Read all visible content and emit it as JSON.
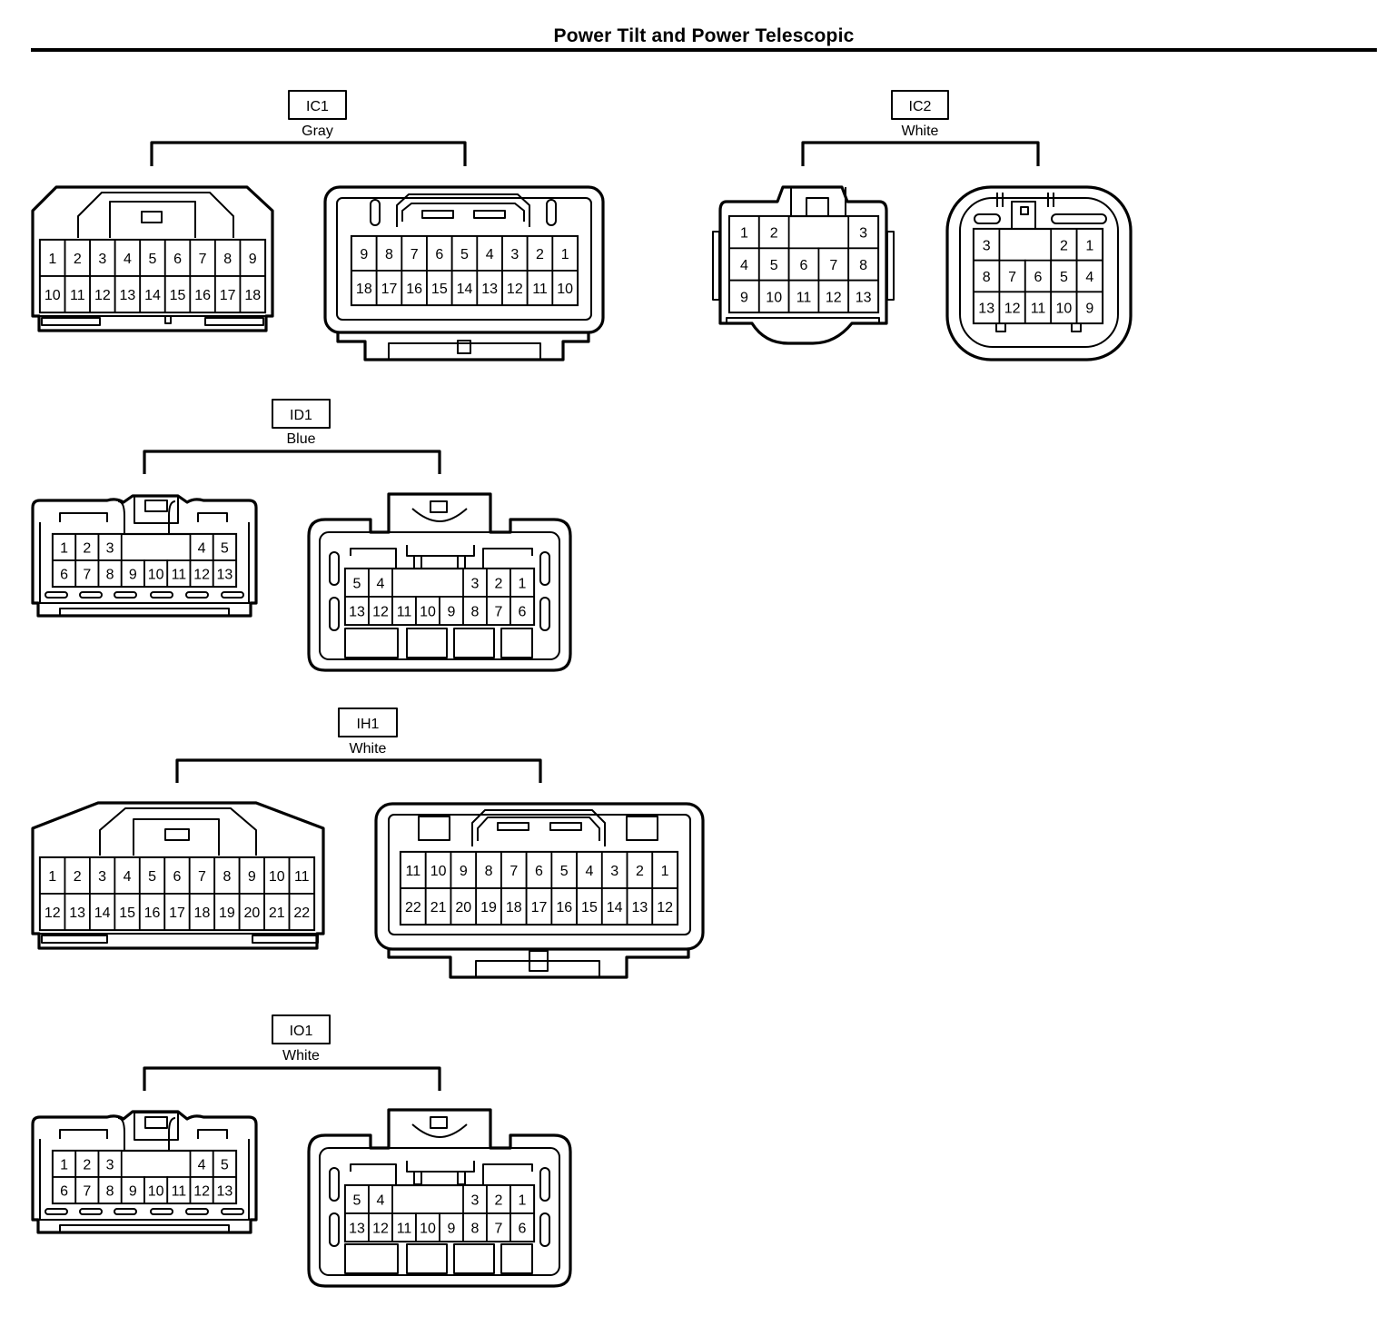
{
  "title": "Power Tilt and Power Telescopic",
  "connectors": [
    {
      "code": "IC1",
      "color": "Gray",
      "left": {
        "rows": [
          [
            "1",
            "2",
            "3",
            "4",
            "5",
            "6",
            "7",
            "8",
            "9"
          ],
          [
            "10",
            "11",
            "12",
            "13",
            "14",
            "15",
            "16",
            "17",
            "18"
          ]
        ]
      },
      "right": {
        "rows": [
          [
            "9",
            "8",
            "7",
            "6",
            "5",
            "4",
            "3",
            "2",
            "1"
          ],
          [
            "18",
            "17",
            "16",
            "15",
            "14",
            "13",
            "12",
            "11",
            "10"
          ]
        ]
      }
    },
    {
      "code": "IC2",
      "color": "White",
      "left": {
        "rows": [
          [
            "1",
            "2",
            "",
            "",
            "3"
          ],
          [
            "4",
            "5",
            "6",
            "7",
            "8"
          ],
          [
            "9",
            "10",
            "11",
            "12",
            "13"
          ]
        ]
      },
      "right": {
        "rows": [
          [
            "3",
            "",
            "",
            "2",
            "1"
          ],
          [
            "8",
            "7",
            "6",
            "5",
            "4"
          ],
          [
            "13",
            "12",
            "11",
            "10",
            "9"
          ]
        ]
      }
    },
    {
      "code": "ID1",
      "color": "Blue",
      "left": {
        "rows": [
          [
            "1",
            "2",
            "3",
            "",
            "",
            "",
            "4",
            "5"
          ],
          [
            "6",
            "7",
            "8",
            "9",
            "10",
            "11",
            "12",
            "13"
          ]
        ]
      },
      "right": {
        "rows": [
          [
            "5",
            "4",
            "",
            "",
            "",
            "3",
            "2",
            "1"
          ],
          [
            "13",
            "12",
            "11",
            "10",
            "9",
            "8",
            "7",
            "6"
          ]
        ]
      }
    },
    {
      "code": "IH1",
      "color": "White",
      "left": {
        "rows": [
          [
            "1",
            "2",
            "3",
            "4",
            "5",
            "6",
            "7",
            "8",
            "9",
            "10",
            "11"
          ],
          [
            "12",
            "13",
            "14",
            "15",
            "16",
            "17",
            "18",
            "19",
            "20",
            "21",
            "22"
          ]
        ]
      },
      "right": {
        "rows": [
          [
            "11",
            "10",
            "9",
            "8",
            "7",
            "6",
            "5",
            "4",
            "3",
            "2",
            "1"
          ],
          [
            "22",
            "21",
            "20",
            "19",
            "18",
            "17",
            "16",
            "15",
            "14",
            "13",
            "12"
          ]
        ]
      }
    },
    {
      "code": "IO1",
      "color": "White",
      "left": {
        "rows": [
          [
            "1",
            "2",
            "3",
            "",
            "",
            "",
            "4",
            "5"
          ],
          [
            "6",
            "7",
            "8",
            "9",
            "10",
            "11",
            "12",
            "13"
          ]
        ]
      },
      "right": {
        "rows": [
          [
            "5",
            "4",
            "",
            "",
            "",
            "3",
            "2",
            "1"
          ],
          [
            "13",
            "12",
            "11",
            "10",
            "9",
            "8",
            "7",
            "6"
          ]
        ]
      }
    }
  ]
}
